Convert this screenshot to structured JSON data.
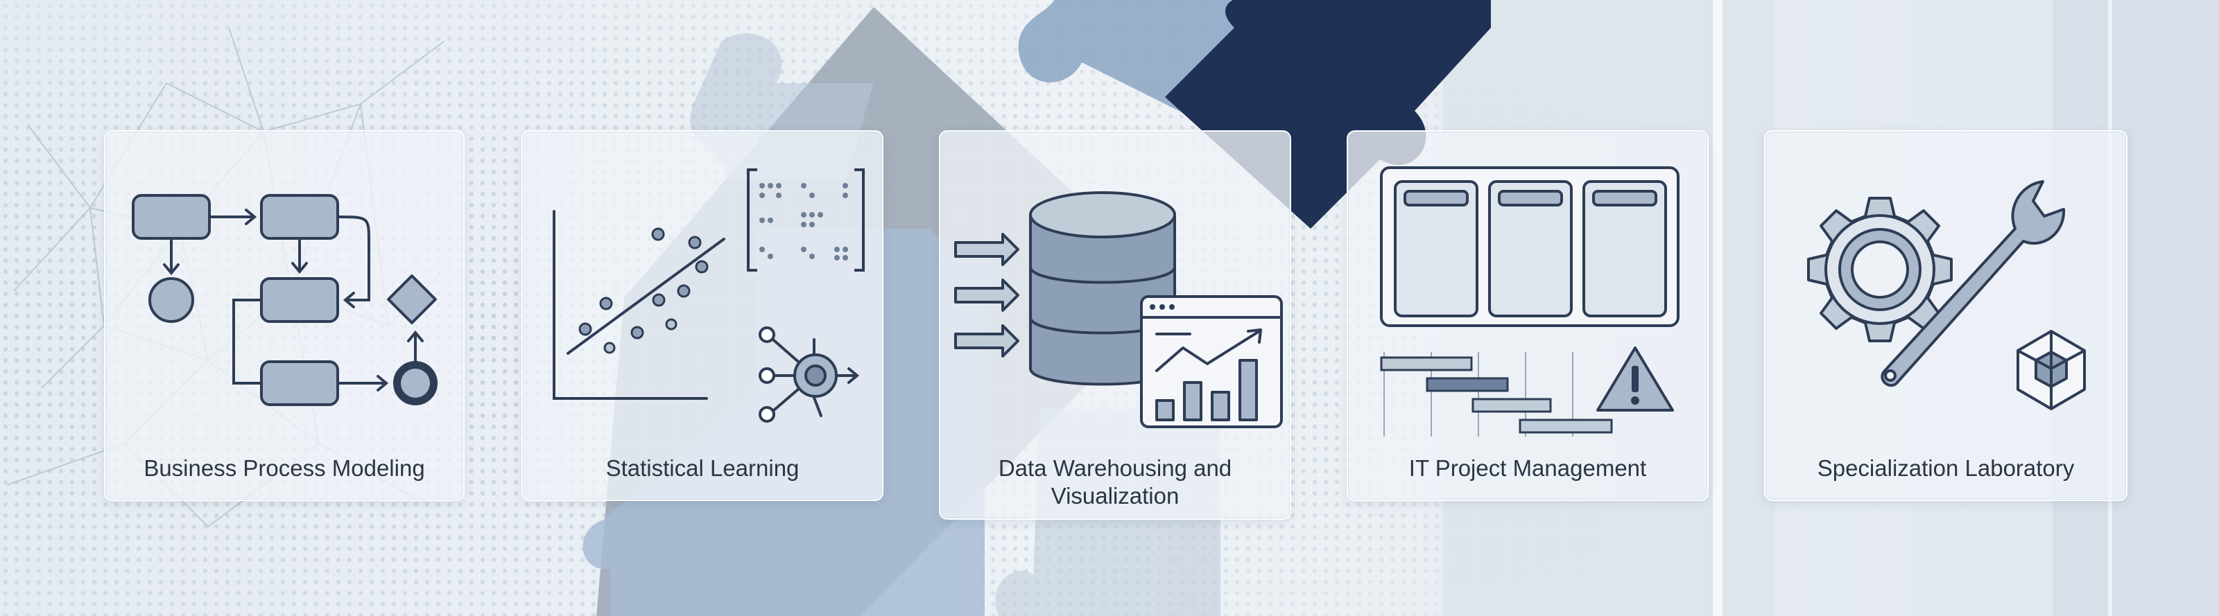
{
  "cards": [
    {
      "title": "Business Process Modeling",
      "icon": "process-flowchart-icon"
    },
    {
      "title": "Statistical Learning",
      "icon": "regression-scatter-icon"
    },
    {
      "title": "Data Warehousing and Visualization",
      "icon": "database-chart-icon"
    },
    {
      "title": "IT Project Management",
      "icon": "kanban-gantt-icon"
    },
    {
      "title": "Specialization Laboratory",
      "icon": "gear-wrench-icon"
    }
  ],
  "colors": {
    "background": "#e9eef3",
    "navy": "#1f3154",
    "steel_blue": "#8fa8c6",
    "slate_gray": "#9ba7b6",
    "icon_stroke": "#2e3d55",
    "icon_fill": "#aab8cb"
  }
}
